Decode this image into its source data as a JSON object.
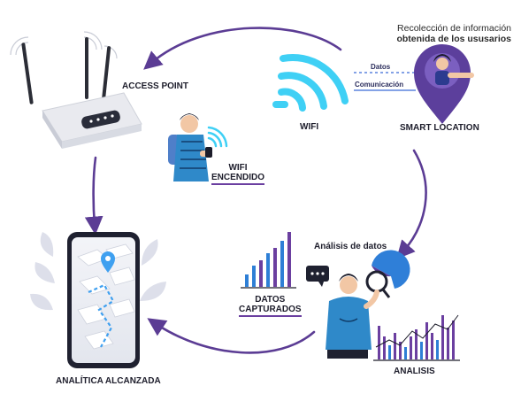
{
  "nodes": {
    "access_point": "ACCESS POINT",
    "wifi": "WIFI",
    "smart_location": "SMART LOCATION",
    "wifi_encendido_line1": "WIFI",
    "wifi_encendido_line2": "ENCENDIDO",
    "datos_capturados_line1": "DATOS",
    "datos_capturados_line2": "CAPTURADOS",
    "analisis": "ANALISIS",
    "analitica_alcanzada": "ANALÍTICA ALCANZADA"
  },
  "links": {
    "datos": "Datos",
    "comunicacion": "Comunicación"
  },
  "notes": {
    "recoleccion_line1": "Recolección de información",
    "recoleccion_line2": "obtenida de los ususarios",
    "analisis_de_datos": "Análisis de datos"
  },
  "colors": {
    "cycle_arrow": "#5b3c94",
    "wifi": "#3fd0f5",
    "purple": "#5a3e9b",
    "blue": "#2f7fd8"
  }
}
